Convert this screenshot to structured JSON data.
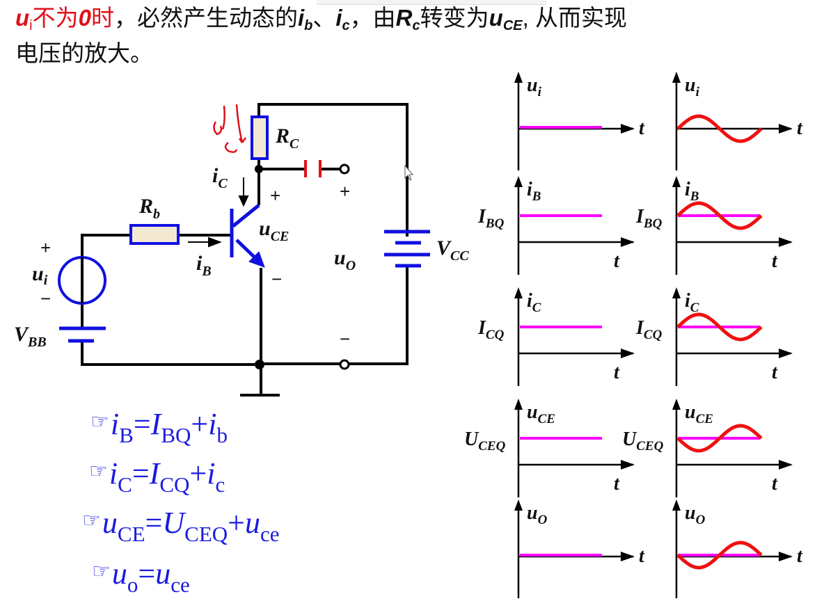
{
  "headline": {
    "line1_red_var": "u",
    "line1_red_sub": "i",
    "line1_red_text": "不为",
    "line1_red_zero": "0",
    "line1_red_tail": "时",
    "part2": "，必然产生动态的",
    "ib_var": "i",
    "ib_sub": "b",
    "sep": "、",
    "ic_var": "i",
    "ic_sub": "c",
    "part3": "，由",
    "rc_var": "R",
    "rc_sub": "c",
    "part4": "转变为",
    "uce_var": "u",
    "uce_sub": "CE",
    "part5": ", 从而实现",
    "line2": "电压的放大。"
  },
  "circuit": {
    "labels": {
      "rb": "R",
      "rb_sub": "b",
      "rc": "R",
      "rc_sub": "C",
      "ic": "i",
      "ic_sub": "C",
      "ib": "i",
      "ib_sub": "B",
      "uce": "u",
      "uce_sub": "CE",
      "ui": "u",
      "ui_sub": "i",
      "vbb": "V",
      "vbb_sub": "BB",
      "vcc": "V",
      "vcc_sub": "CC",
      "uo": "u",
      "uo_sub": "O",
      "plus": "+",
      "minus": "−"
    },
    "annotation_handwritten": "ic",
    "colors": {
      "wire": "#000000",
      "component": "#1010e0",
      "resistor_fill": "#f3e9d2",
      "capacitor": "#e0101a",
      "annotation": "#e0101a"
    }
  },
  "formulas": [
    {
      "hand": "☞",
      "lhs_var": "i",
      "lhs_sub": "B",
      "eq": "=",
      "q_var": "I",
      "q_sub": "BQ",
      "plus": "+",
      "ac_var": "i",
      "ac_sub": "b"
    },
    {
      "hand": "☞",
      "lhs_var": "i",
      "lhs_sub": "C",
      "eq": "=",
      "q_var": "I",
      "q_sub": "CQ",
      "plus": "+",
      "ac_var": "i",
      "ac_sub": "c"
    },
    {
      "hand": "☞",
      "lhs_var": "u",
      "lhs_sub": "CE",
      "eq": "=",
      "q_var": "U",
      "q_sub": "CEQ",
      "plus": "+",
      "ac_var": "u",
      "ac_sub": "ce"
    },
    {
      "hand": "☞",
      "lhs_var": "u",
      "lhs_sub": "o",
      "eq": "=",
      "ac_var": "u",
      "ac_sub": "ce"
    }
  ],
  "waveforms": {
    "time_label": "t",
    "colors": {
      "dc": "#ff00ff",
      "ac": "#ee1111",
      "axis": "#000000"
    },
    "rows": [
      {
        "var": "u",
        "sub": "i",
        "q_label": "",
        "q_sub": "",
        "static_level": 0,
        "dynamic_dc": 0,
        "dynamic_amp": 1,
        "dynamic_phase": "in-phase"
      },
      {
        "var": "i",
        "sub": "B",
        "q_label": "I",
        "q_sub": "BQ",
        "static_level": 1,
        "dynamic_dc": 1,
        "dynamic_amp": 1,
        "dynamic_phase": "in-phase"
      },
      {
        "var": "i",
        "sub": "C",
        "q_label": "I",
        "q_sub": "CQ",
        "static_level": 1,
        "dynamic_dc": 1,
        "dynamic_amp": 1,
        "dynamic_phase": "in-phase"
      },
      {
        "var": "u",
        "sub": "CE",
        "q_label": "U",
        "q_sub": "CEQ",
        "static_level": 1,
        "dynamic_dc": 1,
        "dynamic_amp": 1,
        "dynamic_phase": "inverted"
      },
      {
        "var": "u",
        "sub": "O",
        "q_label": "",
        "q_sub": "",
        "static_level": 0,
        "dynamic_dc": 0,
        "dynamic_amp": 1,
        "dynamic_phase": "inverted"
      }
    ]
  }
}
